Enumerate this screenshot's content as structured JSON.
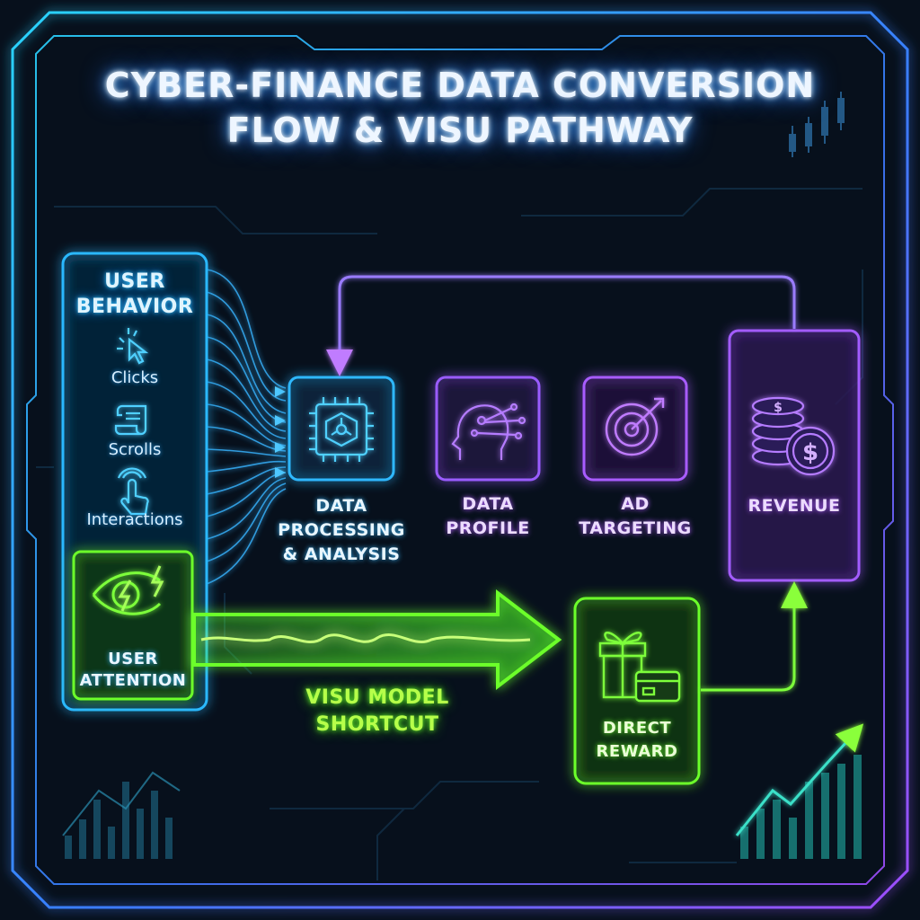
{
  "title": "CYBER-FINANCE DATA CONVERSION\nFLOW & VISU PATHWAY",
  "user_behavior": {
    "title": "USER\nBEHAVIOR",
    "items": [
      {
        "label": "Clicks",
        "icon": "cursor-click-icon"
      },
      {
        "label": "Scrolls",
        "icon": "scroll-icon"
      },
      {
        "label": "Interactions",
        "icon": "touch-interaction-icon"
      }
    ]
  },
  "user_attention": {
    "label": "USER\nATTENTION",
    "icon": "eye-lightning-icon"
  },
  "pipeline": [
    {
      "label": "DATA\nPROCESSING\n& ANALYSIS",
      "icon": "processor-chip-icon"
    },
    {
      "label": "DATA\nPROFILE",
      "icon": "head-profile-icon"
    },
    {
      "label": "AD\nTARGETING",
      "icon": "target-arrow-icon"
    }
  ],
  "revenue": {
    "label": "REVENUE",
    "icon": "coins-dollar-icon"
  },
  "shortcut": {
    "label": "VISU MODEL\nSHORTCUT"
  },
  "direct_reward": {
    "label": "DIRECT\nREWARD",
    "icon": "gift-card-icon"
  },
  "colors": {
    "blue": "#22b8ff",
    "violet": "#a35cff",
    "green": "#7bff2a",
    "background": "#07101c"
  }
}
